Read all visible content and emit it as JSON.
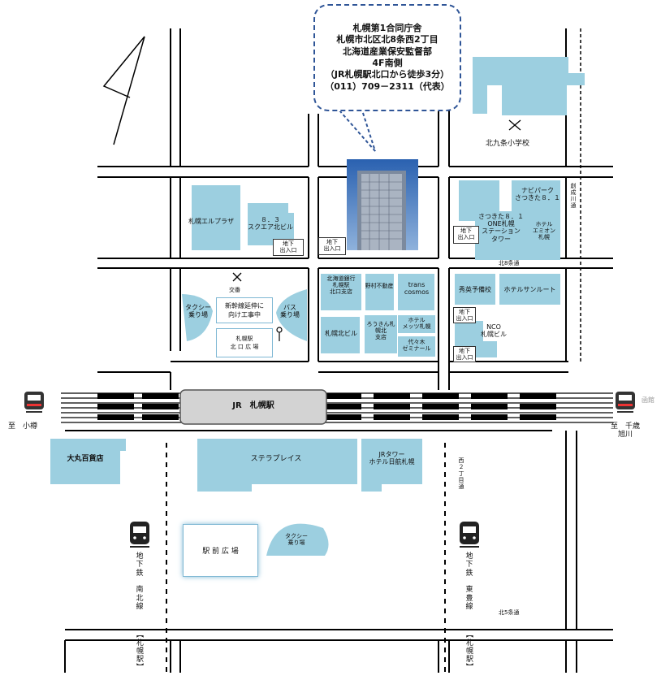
{
  "callout": {
    "lines": [
      "札幌第1合同庁舎",
      "札幌市北区北8条西2丁目",
      "北海道産業保安監督部",
      "4F南側",
      "（JR札幌駅北口から徒歩3分）",
      "（011）709－2311（代表）"
    ]
  },
  "landmarks": {
    "school": "北九条小学校",
    "elplaza": "札幌エルプラザ",
    "square": "８．３\nスクエア北ビル",
    "navipark": "ナビパーク\nさつきた８．１",
    "one_sapporo": "さつきた８．１\nONE札幌\nステーション\nタワー",
    "hotel_emion": "ホテル\nエミオン\n札幌",
    "koban": "交番",
    "shinkansen": "新幹線延伸に\n向け工事中",
    "kitaguchi": "札幌駅\n北 口 広 場",
    "taxi_n": "タクシー\n乗り場",
    "bus": "バス\n乗り場",
    "doginko": "北海道銀行\n札幌駅\n北口支店",
    "nomura": "野村不動産",
    "trans": "trans\ncosmos",
    "kita_bldg": "札幌北ビル",
    "rokin": "ろうきん札\n幌北\n支店",
    "hotel_mets": "ホテル\nメッツ札幌",
    "yoyogi": "代々木\nゼミナール",
    "shuei": "秀英予備校",
    "sunroute": "ホテルサンルート",
    "nco": "NCO\n札幌ビル",
    "station": "JR　札幌駅",
    "daimaru": "大丸百貨店",
    "stellar": "ステラプレイス",
    "jrtower": "JRタワー\nホテル日航札幌",
    "ekimae": "駅 前 広 場",
    "taxi_s": "タクシー\n乗り場"
  },
  "exits": [
    "地下\n出入口",
    "地下\n出入口",
    "地下\n出入口",
    "地下\n出入口",
    "地下\n出入口"
  ],
  "streets": {
    "kita8": "北8条通",
    "kita5": "北5条通",
    "nishi2": "西\n２\n丁\n目\n通",
    "sosei": "創\n成\n川\n通"
  },
  "directions": {
    "otaru": "至　小樽",
    "chitose": "至　千歳\n旭川",
    "hakodate": "函館"
  },
  "subway": {
    "nanboku": "地\n下\n鉄\n\n南\n北\n線",
    "toho": "地\n下\n鉄\n\n東\n豊\n線",
    "station_l": "【札幌駅】",
    "station_r": "【札幌駅】"
  },
  "colors": {
    "building": "#9ccfe0",
    "building_dark": "#7fb8d4",
    "road": "#000000",
    "callout_border": "#2f5597"
  },
  "icons": [
    "north-arrow-icon",
    "school-icon",
    "police-box-icon",
    "bus-stop-icon",
    "train-icon",
    "subway-train-icon"
  ]
}
